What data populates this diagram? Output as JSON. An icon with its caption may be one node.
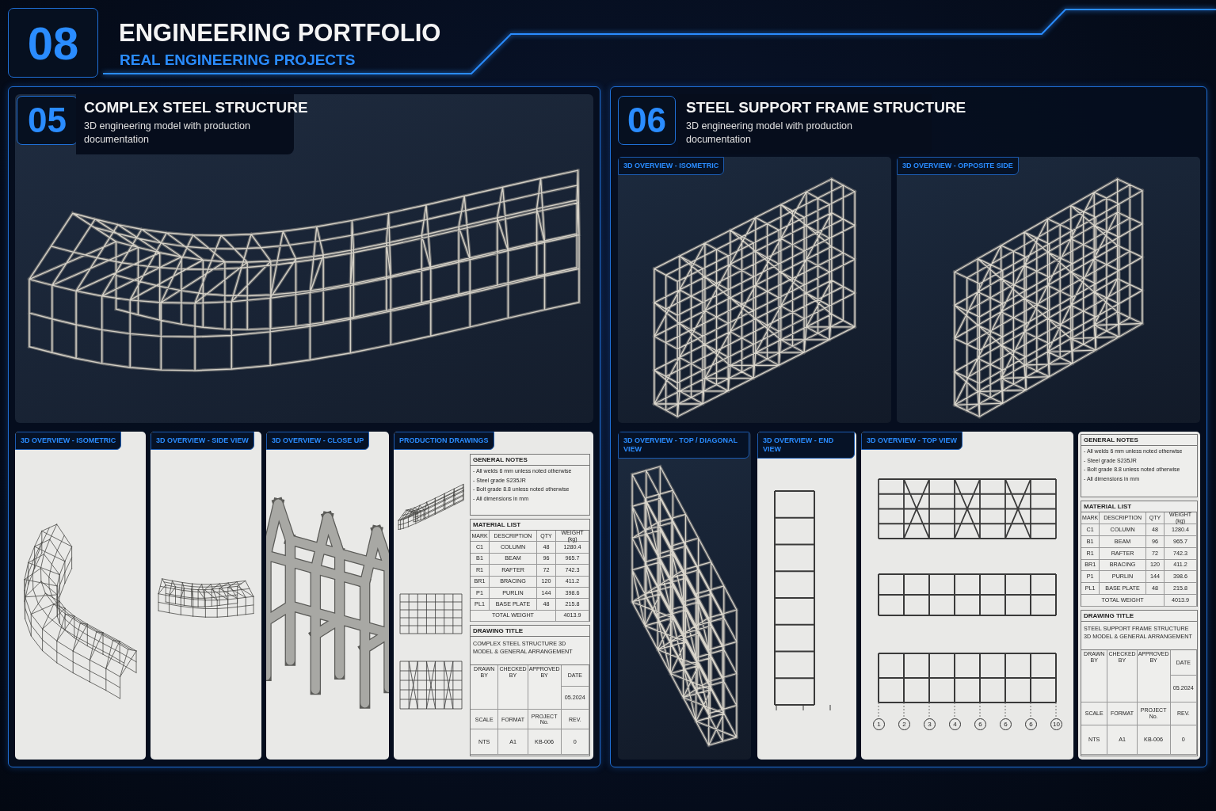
{
  "diagram": {
    "title": "ENGINEERING PORTFOLIO",
    "nodes": [
      {
        "text": [
          "08"
        ]
      },
      {
        "text": [],
        "shape": "box"
      },
      {
        "text": [],
        "shape": "picture",
        "in": 1
      },
      {
        "text": [
          "05"
        ],
        "in": 2
      },
      {
        "text": [
          "COMPLEX STEEL STRUCTURE",
          "3D engineering model with production documentation"
        ],
        "in": 2
      },
      {
        "text": [
          "3D OVERVIEW - ISOMETRIC"
        ],
        "in": 1
      },
      {
        "text": [
          "3D OVERVIEW - SIDE VIEW"
        ],
        "in": 1
      },
      {
        "text": [
          "3D OVERVIEW - CLOSE UP"
        ],
        "in": 1
      },
      {
        "text": [
          "PRODUCTION DRAWINGS"
        ],
        "in": 1
      },
      {
        "text": [
          "GENERAL NOTES",
          "- All welds 6 mm unless noted otherwise",
          "- Steel grade S235JR",
          "- Bolt grade 8.8 unless noted otherwise",
          "- All dimensions in mm"
        ],
        "in": 8
      },
      {
        "text": [
          "MATERIAL LIST",
          "MARK",
          "DESCRIPTION",
          "QTY",
          "WEIGHT (kg)",
          "C1",
          "COLUMN",
          "48",
          "1280.4",
          "B1",
          "BEAM",
          "96",
          "965.7",
          "R1",
          "RAFTER",
          "72",
          "742.3",
          "BR1",
          "BRACING",
          "120",
          "411.2",
          "P1",
          "PURLIN",
          "144",
          "398.6",
          "PL1",
          "BASE PLATE",
          "48",
          "215.8",
          "TOTAL WEIGHT",
          "4013.9"
        ],
        "in": 8
      },
      {
        "text": [
          "DRAWING TITLE",
          "COMPLEX STEEL STRUCTURE 3D MODEL & GENERAL ARRANGEMENT",
          "DRAWN BY",
          "CHECKED BY",
          "APPROVED BY",
          "DATE",
          "05.2024",
          "SCALE",
          "FORMAT",
          "PROJECT No.",
          "REV.",
          "NTS",
          "A1",
          "KB-006",
          "0"
        ],
        "in": 8
      },
      {
        "text": [],
        "shape": "box"
      },
      {
        "text": [
          "06"
        ],
        "in": 12
      },
      {
        "text": [
          "STEEL SUPPORT FRAME STRUCTURE",
          "3D engineering model with production documentation"
        ],
        "in": 12
      },
      {
        "text": [
          "3D OVERVIEW - ISOMETRIC"
        ],
        "in": 12
      },
      {
        "text": [
          "3D OVERVIEW - OPPOSITE SIDE"
        ],
        "in": 12
      },
      {
        "text": [
          "3D OVERVIEW - TOP / DIAGONAL VIEW"
        ],
        "in": 12
      },
      {
        "text": [
          "3D OVERVIEW - END VIEW"
        ],
        "in": 12
      },
      {
        "text": [
          "3D OVERVIEW - TOP VIEW"
        ],
        "in": 12
      },
      {
        "text": [],
        "shape": "box",
        "in": 12
      },
      {
        "text": [
          "GENERAL NOTES",
          "- All welds 6 mm unless noted otherwise",
          "- Steel grade S235JR",
          "- Bolt grade 8.8 unless noted otherwise",
          "- All dimensions in mm"
        ],
        "in": 20
      },
      {
        "text": [
          "MATERIAL LIST",
          "MARK",
          "DESCRIPTION",
          "QTY",
          "WEIGHT (kg)",
          "C1",
          "COLUMN",
          "48",
          "1280.4",
          "B1",
          "BEAM",
          "96",
          "965.7",
          "R1",
          "RAFTER",
          "72",
          "742.3",
          "BR1",
          "BRACING",
          "120",
          "411.2",
          "P1",
          "PURLIN",
          "144",
          "398.6",
          "PL1",
          "BASE PLATE",
          "48",
          "215.8",
          "TOTAL WEIGHT",
          "4013.9"
        ],
        "in": 20
      },
      {
        "text": [
          "DRAWING TITLE",
          "STEEL SUPPORT FRAME STRUCTURE 3D MODEL & GENERAL ARRANGEMENT",
          "DRAWN BY",
          "CHECKED BY",
          "APPROVED BY",
          "DATE",
          "05.2024",
          "SCALE",
          "FORMAT",
          "PROJECT No.",
          "REV.",
          "NTS",
          "A1",
          "KB-006",
          "0"
        ],
        "in": 20
      }
    ],
    "labels": [
      "REAL ENGINEERING PROJECTS",
      "1",
      "2",
      "3",
      "4",
      "6",
      "6",
      "6",
      "10"
    ]
  }
}
